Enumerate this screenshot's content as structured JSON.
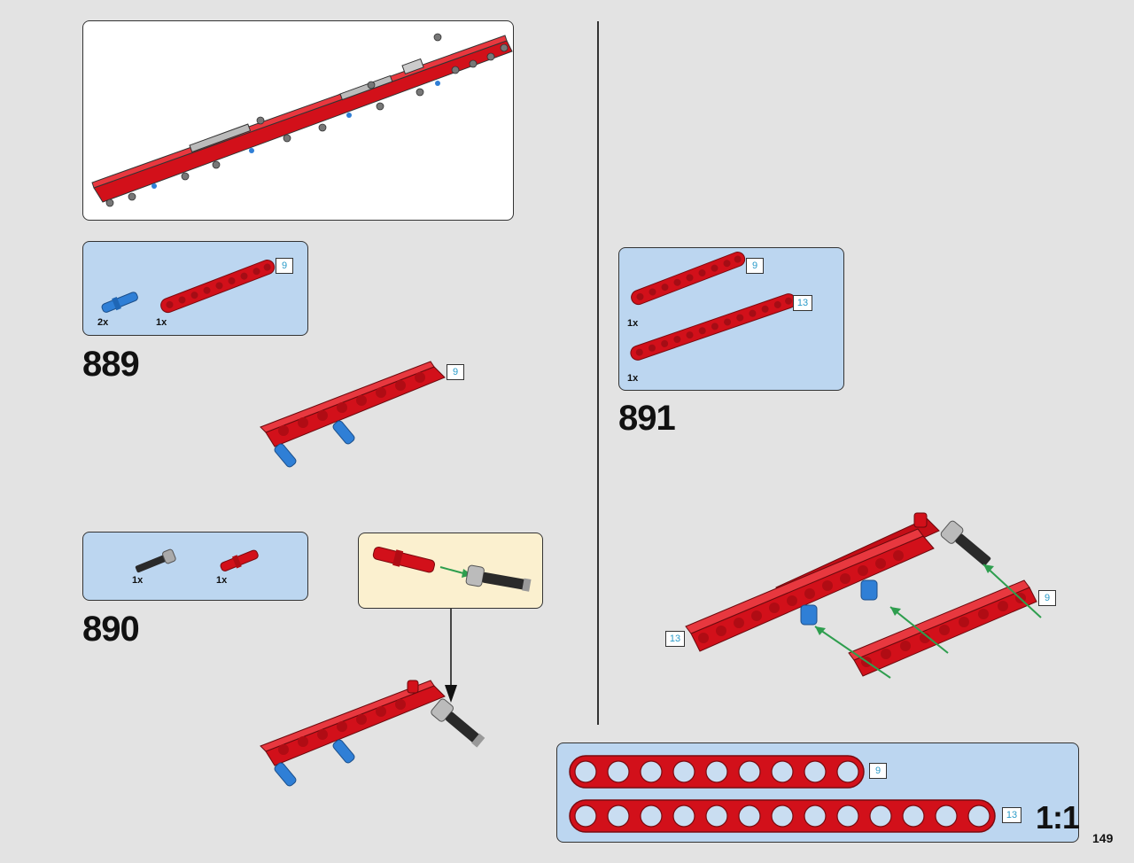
{
  "steps": {
    "s889": {
      "number": "889",
      "qty_pin": "2x",
      "qty_beam": "1x",
      "beam_len": "9",
      "model_len": "9"
    },
    "s890": {
      "number": "890",
      "qty_axle": "1x",
      "qty_connector": "1x"
    },
    "s891": {
      "number": "891",
      "qty_beam9": "1x",
      "beam9_len": "9",
      "qty_beam13": "1x",
      "beam13_len": "13",
      "model_len_13": "13",
      "model_len_9": "9"
    }
  },
  "ruler": {
    "scale": "1:1",
    "beam9_len": "9",
    "beam13_len": "13"
  },
  "page": {
    "number": "149"
  },
  "icons": [
    "red-beam",
    "blue-pin",
    "black-axle",
    "red-connector",
    "arrow",
    "green-arrow"
  ],
  "colors": {
    "red": "#d2101a",
    "blue": "#2f7fd6",
    "box_blue": "#bcd6f0",
    "box_yellow": "#fbf0cf",
    "tag_text": "#2a9bc9"
  }
}
